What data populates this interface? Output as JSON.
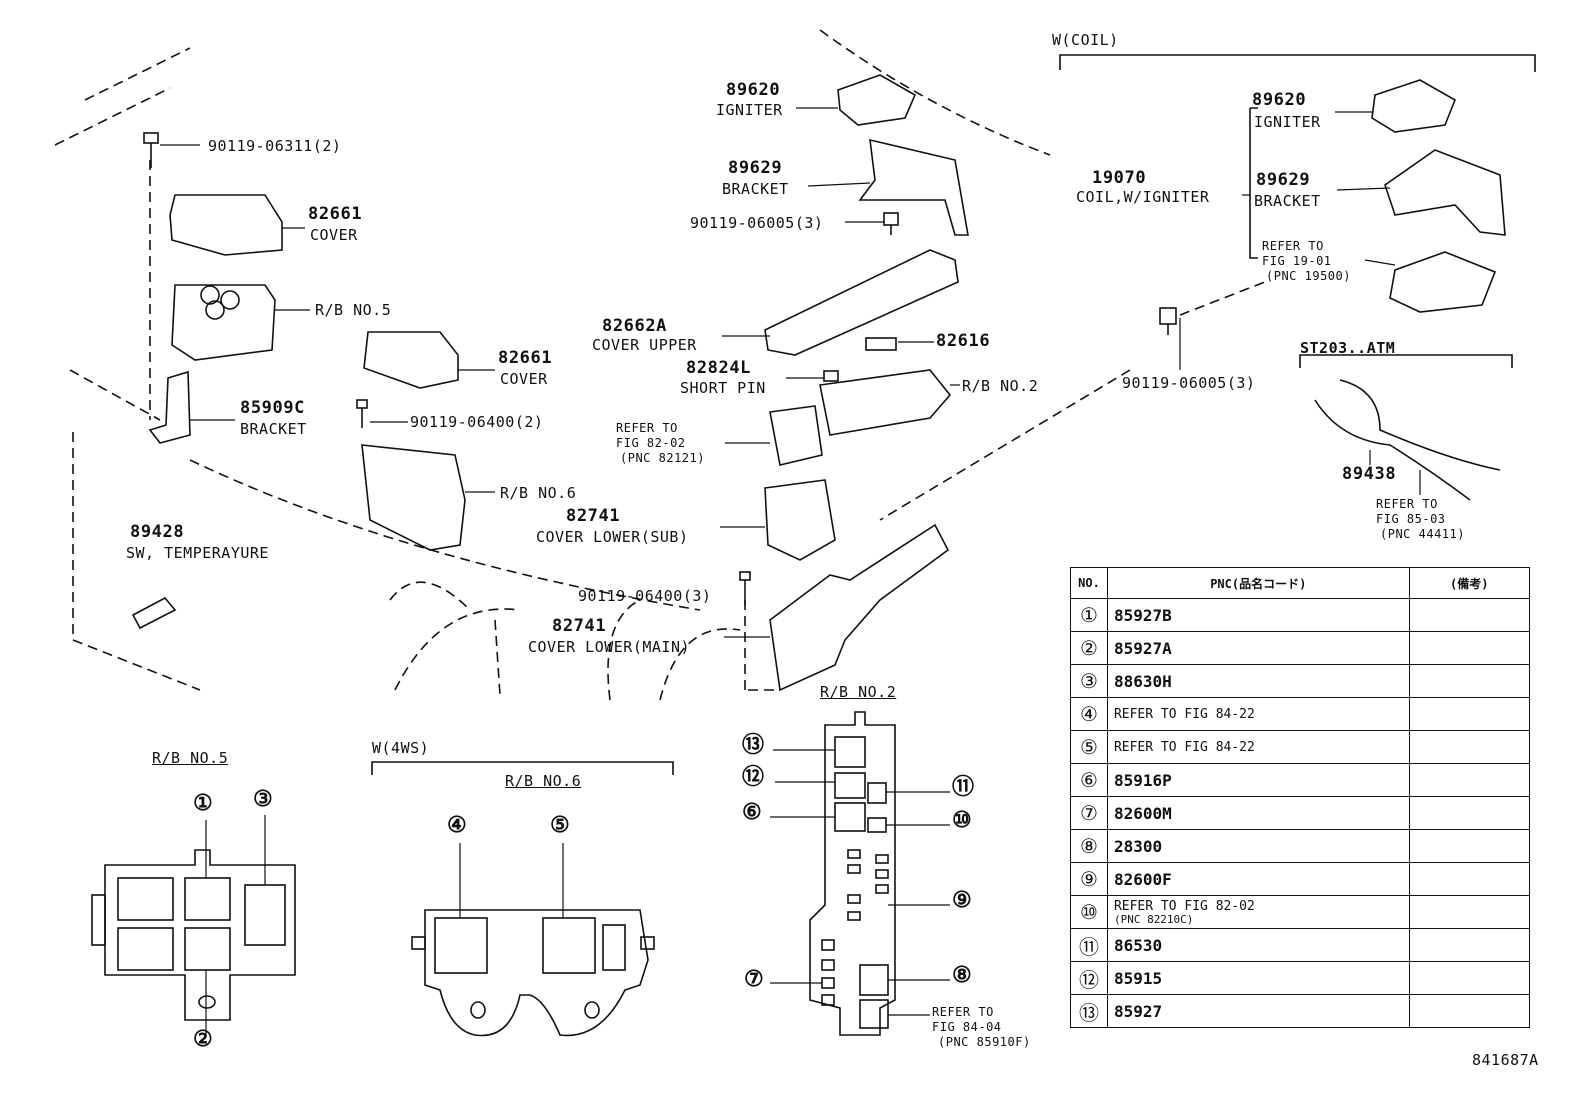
{
  "parts": {
    "coil_group": "W(COIL)",
    "ign1_pn": "89620",
    "ign1_name": "IGNITER",
    "br1_pn": "89629",
    "br1_name": "BRACKET",
    "bolt_06005": "90119-06005(3)",
    "bolt_06311": "90119-06311(2)",
    "cov1_pn": "82661",
    "cov1_name": "COVER",
    "rb5": "R/B NO.5",
    "br_85909_pn": "85909C",
    "br_85909_name": "BRACKET",
    "cov2_pn": "82661",
    "cov2_name": "COVER",
    "bolt_06400a": "90119-06400(2)",
    "rb6": "R/B NO.6",
    "sw_pn": "89428",
    "sw_name": "SW, TEMPERAYURE",
    "cu_pn": "82662A",
    "cu_name": "COVER UPPER",
    "sp_pn": "82824L",
    "sp_name": "SHORT PIN",
    "pn_82616": "82616",
    "rb2": "R/B NO.2",
    "ref1_l1": "REFER TO",
    "ref1_l2": "FIG 82-02",
    "ref1_l3": "(PNC 82121)",
    "cls_pn": "82741",
    "cls_name": "COVER LOWER(SUB)",
    "bolt_06400b": "90119-06400(3)",
    "clm_pn": "82741",
    "clm_name": "COVER LOWER(MAIN)",
    "coil_pn": "19070",
    "coil_name": "COIL,W/IGNITER",
    "ign2_pn": "89620",
    "ign2_name": "IGNITER",
    "br2_pn": "89629",
    "br2_name": "BRACKET",
    "ref2_l1": "REFER TO",
    "ref2_l2": "FIG 19-01",
    "ref2_l3": "(PNC 19500)",
    "bolt_06005b": "90119-06005(3)",
    "st_group": "ST203..ATM",
    "st_pn": "89438",
    "ref3_l1": "REFER TO",
    "ref3_l2": "FIG 85-03",
    "ref3_l3": "(PNC 44411)",
    "rb2_bottom": "R/B NO.2",
    "rb5_bottom": "R/B NO.5",
    "w4ws": "W(4WS)",
    "rb6_bottom": "R/B NO.6",
    "ref4_l1": "REFER TO",
    "ref4_l2": "FIG 84-04",
    "ref4_l3": "(PNC 85910F)",
    "fig_no": "841687A"
  },
  "callouts": [
    "①",
    "②",
    "③",
    "④",
    "⑤",
    "⑥",
    "⑦",
    "⑧",
    "⑨",
    "⑩",
    "⑪",
    "⑫",
    "⑬"
  ],
  "table": {
    "col_no": "NO.",
    "col_pnc": "PNC(品名コード)",
    "col_remarks": "(備考)",
    "rows": [
      {
        "no": "①",
        "pnc": "85927B"
      },
      {
        "no": "②",
        "pnc": "85927A"
      },
      {
        "no": "③",
        "pnc": "88630H"
      },
      {
        "no": "④",
        "pnc": "REFER TO FIG 84-22"
      },
      {
        "no": "⑤",
        "pnc": "REFER TO FIG 84-22"
      },
      {
        "no": "⑥",
        "pnc": "85916P"
      },
      {
        "no": "⑦",
        "pnc": "82600M"
      },
      {
        "no": "⑧",
        "pnc": "28300"
      },
      {
        "no": "⑨",
        "pnc": "82600F"
      },
      {
        "no": "⑩",
        "pnc": "REFER TO FIG 82-02",
        "sub": "(PNC 82210C)"
      },
      {
        "no": "⑪",
        "pnc": "86530"
      },
      {
        "no": "⑫",
        "pnc": "85915"
      },
      {
        "no": "⑬",
        "pnc": "85927"
      }
    ]
  }
}
